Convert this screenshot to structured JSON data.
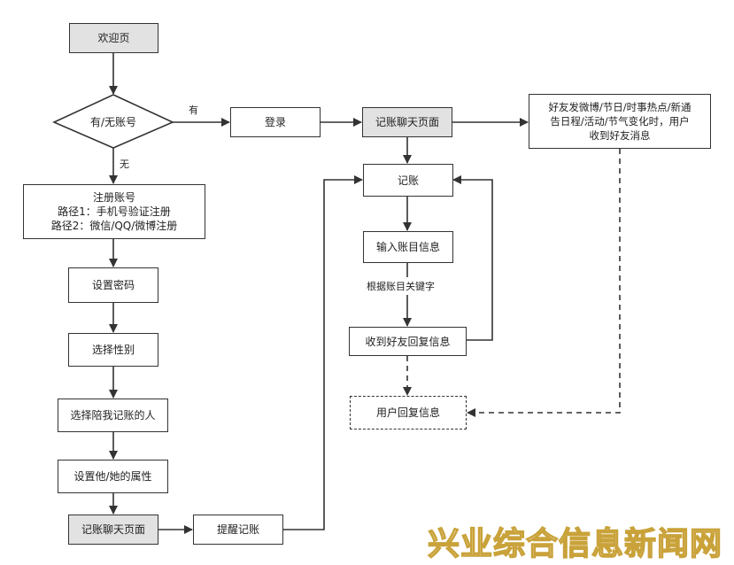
{
  "nodes": {
    "welcome": "欢迎页",
    "decision": "有/无账号",
    "register": [
      "注册账号",
      "路径1：手机号验证注册",
      "路径2：微信/QQ/微博注册"
    ],
    "set_password": "设置密码",
    "choose_gender": "选择性别",
    "choose_companion": "选择陪我记账的人",
    "set_attributes": "设置他/她的属性",
    "chat_page_left": "记账聊天页面",
    "remind": "提醒记账",
    "login": "登录",
    "chat_page_top": "记账聊天页面",
    "bookkeeping": "记账",
    "input_info": "输入账目信息",
    "receive_reply": "收到好友回复信息",
    "user_reply": "用户回复信息",
    "friend_news": [
      "好友发微博/节日/时事热点/新通",
      "告日程/活动/节气变化时，用户",
      "收到好友消息"
    ]
  },
  "edge_labels": {
    "yes": "有",
    "no": "无",
    "keyword": "根据账目关键字"
  },
  "watermark": "兴业综合信息新闻网",
  "colors": {
    "line": "#333333",
    "highlight_fill": "#e2e2e2",
    "watermark": "#c9a23a"
  }
}
